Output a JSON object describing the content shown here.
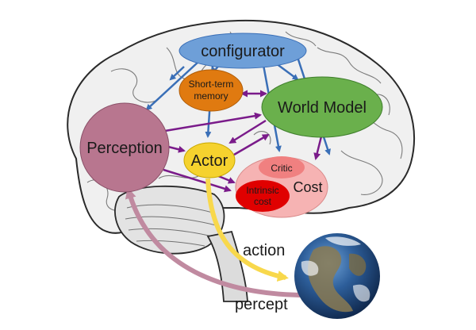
{
  "nodes": {
    "configurator": "configurator",
    "short_term_memory": [
      "Short-term",
      "memory"
    ],
    "world_model": "World Model",
    "perception": "Perception",
    "actor": "Actor",
    "cost": "Cost",
    "critic": "Critic",
    "intrinsic_cost": [
      "Intrinsic",
      "cost"
    ]
  },
  "edge_labels": {
    "action": "action",
    "percept": "percept"
  },
  "colors": {
    "configurator": "#6e9fd8",
    "short_term_memory": "#e07a10",
    "world_model": "#6ab04c",
    "perception": "#b8768f",
    "actor": "#f5d22e",
    "cost": "#f6b3b3",
    "critic": "#f08080",
    "intrinsic_cost": "#e00000",
    "blue_arrow": "#3a6fb7",
    "purple_arrow": "#7a1b8a",
    "action_arrow": "#f8d84c",
    "percept_arrow": "#c08aa0"
  }
}
